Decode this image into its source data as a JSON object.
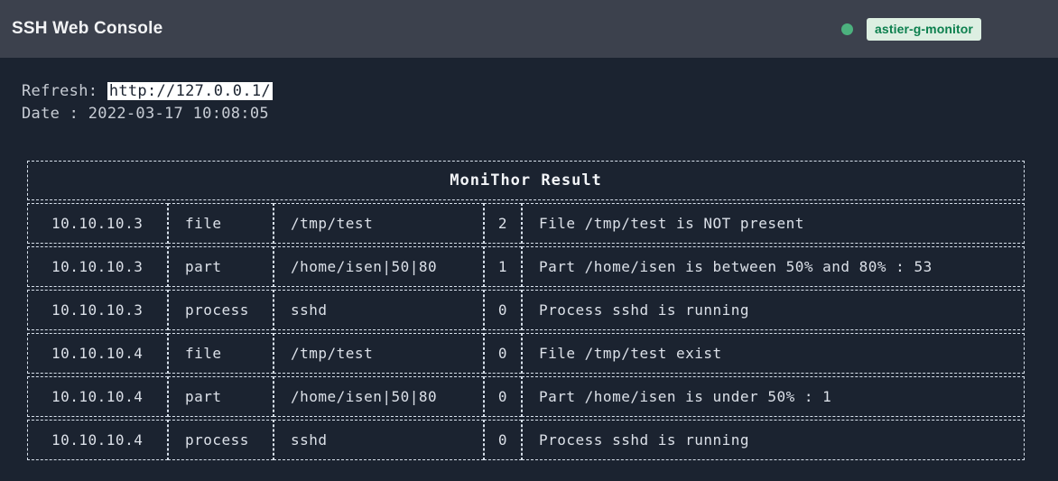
{
  "header": {
    "title": "SSH Web Console",
    "badge_label": "astier-g-monitor"
  },
  "info": {
    "refresh_label": "Refresh: ",
    "refresh_url": "http://127.0.0.1/",
    "date_line": "Date : 2022-03-17 10:08:05"
  },
  "table": {
    "title": "MoniThor Result",
    "rows": [
      {
        "host": "10.10.10.3",
        "type": "file",
        "target": "/tmp/test",
        "code": "2",
        "message": "File /tmp/test is NOT present"
      },
      {
        "host": "10.10.10.3",
        "type": "part",
        "target": "/home/isen|50|80",
        "code": "1",
        "message": "Part /home/isen is between 50% and 80% : 53"
      },
      {
        "host": "10.10.10.3",
        "type": "process",
        "target": "sshd",
        "code": "0",
        "message": "Process sshd is running"
      },
      {
        "host": "10.10.10.4",
        "type": "file",
        "target": "/tmp/test",
        "code": "0",
        "message": "File /tmp/test exist"
      },
      {
        "host": "10.10.10.4",
        "type": "part",
        "target": "/home/isen|50|80",
        "code": "0",
        "message": "Part /home/isen is under 50% : 1"
      },
      {
        "host": "10.10.10.4",
        "type": "process",
        "target": "sshd",
        "code": "0",
        "message": "Process sshd is running"
      }
    ]
  },
  "colors": {
    "page_bg": "#1b2330",
    "topbar_bg": "#3c414d",
    "status_dot": "#4cb17e",
    "badge_bg": "#ddefe2",
    "badge_text": "#0b7f4d",
    "table_border": "#d8e1ec",
    "link_bg": "#ffffff"
  }
}
